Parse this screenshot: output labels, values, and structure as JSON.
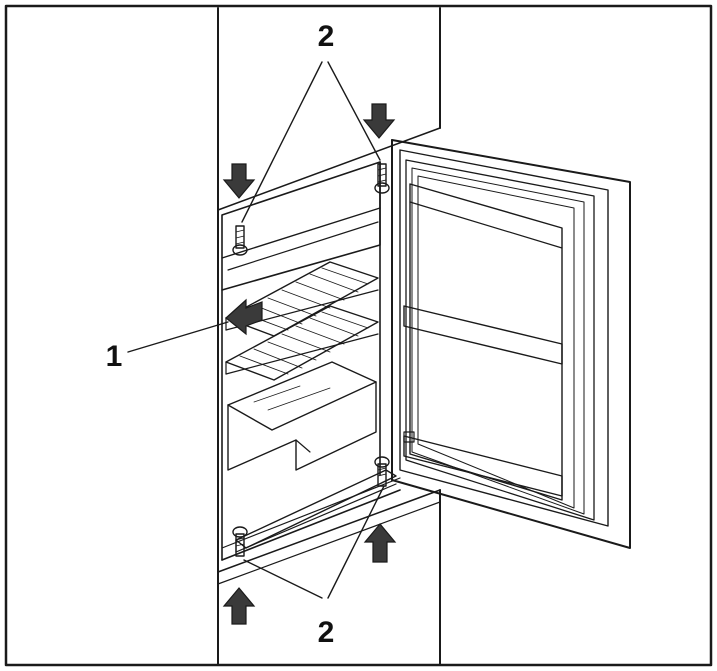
{
  "callouts": {
    "part_1": "1",
    "part_2_top": "2",
    "part_2_bottom": "2"
  },
  "colors": {
    "line": "#1a1a1a",
    "arrow_fill": "#3a3a3a",
    "background": "#ffffff"
  }
}
